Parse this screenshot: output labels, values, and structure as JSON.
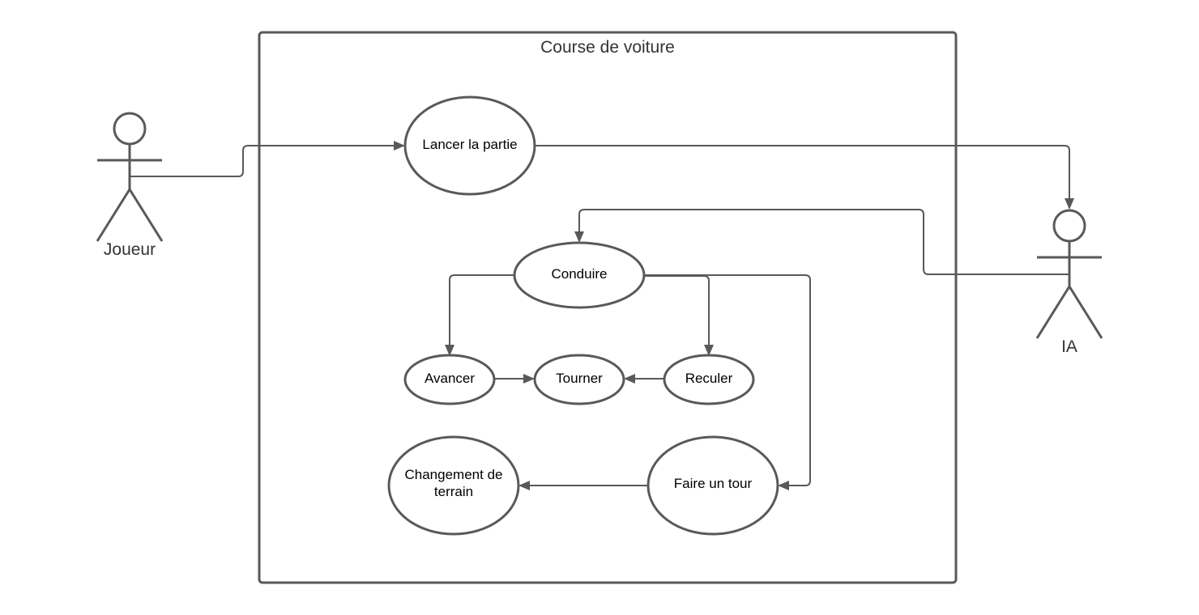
{
  "system": {
    "title": "Course de voiture"
  },
  "actors": {
    "joueur": "Joueur",
    "ia": "IA"
  },
  "usecases": {
    "lancer": "Lancer la partie",
    "conduire": "Conduire",
    "avancer": "Avancer",
    "tourner": "Tourner",
    "reculer": "Reculer",
    "changement_line1": "Changement de",
    "changement_line2": "terrain",
    "faire_tour": "Faire un tour"
  },
  "colors": {
    "line": "#595959",
    "text": "#000000",
    "title": "#333333",
    "background": "#ffffff"
  }
}
